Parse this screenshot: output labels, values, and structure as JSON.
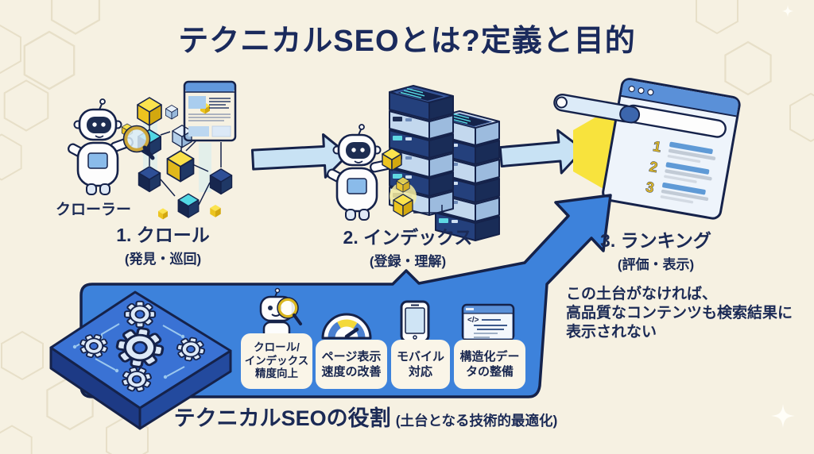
{
  "title": "テクニカルSEOとは?定義と目的",
  "stages": [
    {
      "label": "1. クロール",
      "sub": "(発見・巡回)",
      "tag": "クローラー"
    },
    {
      "label": "2. インデックス",
      "sub": "(登録・理解)"
    },
    {
      "label": "3. ランキング",
      "sub": "(評価・表示)"
    }
  ],
  "foundation": {
    "boxes": [
      {
        "label": "クロール/\nインデックス\n精度向上",
        "icon": "robot-magnifier-icon"
      },
      {
        "label": "ページ表示\n速度の改善",
        "icon": "speed-gauge-icon"
      },
      {
        "label": "モバイル\n対応",
        "icon": "mobile-phone-icon"
      },
      {
        "label": "構造化デー\nタの整備",
        "icon": "structured-data-icon"
      }
    ],
    "caption_main": "テクニカルSEOの役割",
    "caption_sub": "(土台となる技術的最適化)"
  },
  "note": "この土台がなければ、\n高品質なコンテンツも検索結果に\n表示されない",
  "ranking_list": [
    "1",
    "2",
    "3"
  ],
  "structured_icon_code": "</>",
  "icons": [
    "crawler-robot-icon",
    "magnifier-icon",
    "cube-network-icon",
    "webpage-card-icon",
    "server-stack-icon",
    "ranking-browser-icon",
    "gear-platform-icon",
    "speed-gauge-icon",
    "mobile-phone-icon",
    "structured-data-icon",
    "flow-arrow-icon",
    "foundation-arrow-icon",
    "sparkle-icon"
  ],
  "colors": {
    "background": "#f6f1e2",
    "panel_blue": "#3d82db",
    "outline_navy": "#15224a",
    "text_navy": "#1b2a55",
    "accent_yellow": "#f4d93f",
    "light_arrow": "#c8e2f4",
    "box_cream": "#faf5e8"
  }
}
